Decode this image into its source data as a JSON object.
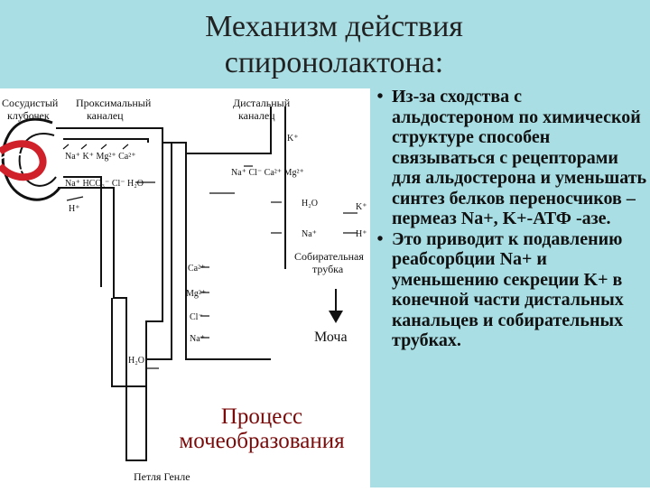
{
  "slide": {
    "title_line1": "Механизм действия",
    "title_line2": "спиронолактона:",
    "bullets": [
      "Из-за сходства с альдостероном по химической структуре способен связываться с рецепторами для альдостерона и уменьшать синтез белков переносчиков – пермеаз Na+, K+-АТФ -азе.",
      "Это приводит к подавлению реабсорбции Na+ и уменьшению секреции K+ в конечной части дистальных канальцев и собирательных трубках."
    ],
    "process_line1": "Процесс",
    "process_line2": "мочеобразования"
  },
  "figure": {
    "labels": {
      "glomerulus_1": "Сосудистый",
      "glomerulus_2": "клубочек",
      "proximal_1": "Проксимальный",
      "proximal_2": "каналец",
      "distal_1": "Дистальный",
      "distal_2": "каналец",
      "collecting_1": "Собирательная",
      "collecting_2": "трубка",
      "urine": "Моча",
      "loop": "Петля Генле"
    },
    "ions": {
      "prox_row1": "Na⁺ K⁺ Mg²⁺ Ca²⁺",
      "prox_row2": "Na⁺ HCO₃⁻ Cl⁻ H₂O",
      "prox_h": "H⁺",
      "distal_row": "Na⁺ Cl⁻ Ca²⁺ Mg²⁺",
      "distal_k": "K⁺",
      "coll_h2o": "H₂O",
      "coll_na": "Na⁺",
      "coll_k": "K⁺",
      "coll_h": "H⁺",
      "loop_ca": "Ca²⁺",
      "loop_mg": "Mg²⁺",
      "loop_cl": "Cl⁻",
      "loop_na": "Na⁺",
      "loop_h2o": "H₂O"
    }
  }
}
